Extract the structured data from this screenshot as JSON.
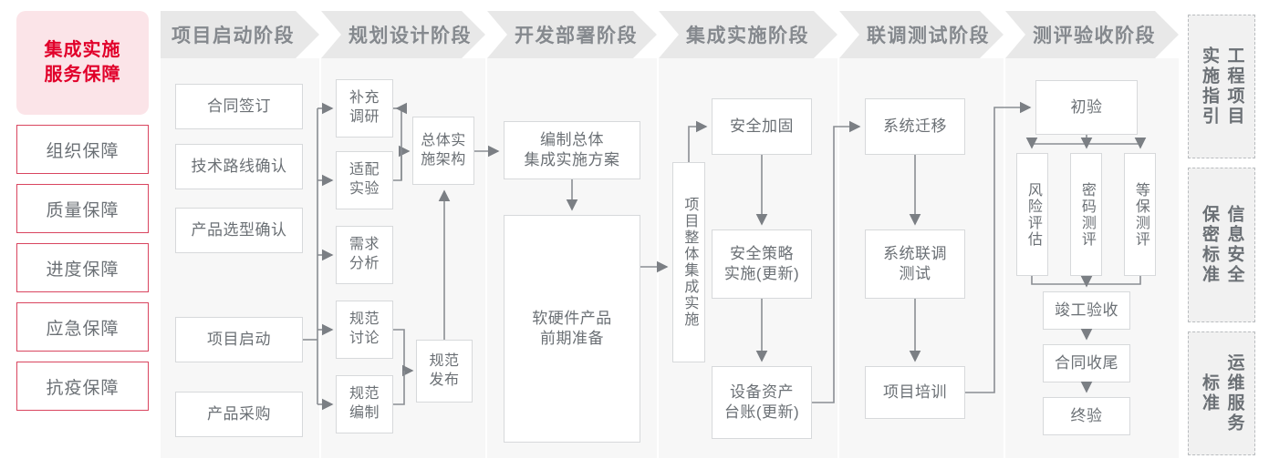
{
  "colors": {
    "accent_red": "#e1002a",
    "guarantee_border": "#d9455f",
    "guarantee_head_bg": "#fbe4e8",
    "phase_header_bg": "#e8e8e8",
    "phase_body_bg": "#f7f7f7",
    "node_border": "#d7d9db",
    "text_gray": "#6b7075",
    "sidebar_bg": "#f1f1f1"
  },
  "left_sidebar": {
    "title": "集成实施\n服务保障",
    "items": [
      {
        "label": "组织保障"
      },
      {
        "label": "质量保障"
      },
      {
        "label": "进度保障"
      },
      {
        "label": "应急保障"
      },
      {
        "label": "抗疫保障"
      }
    ]
  },
  "phases": [
    {
      "title": "项目启动阶段",
      "nodes": [
        {
          "label": "合同签订"
        },
        {
          "label": "技术路线确认"
        },
        {
          "label": "产品选型确认"
        },
        {
          "label": "项目启动"
        },
        {
          "label": "产品采购"
        }
      ]
    },
    {
      "title": "规划设计阶段",
      "nodes": [
        {
          "label": "补充\n调研"
        },
        {
          "label": "适配\n实验"
        },
        {
          "label": "需求\n分析"
        },
        {
          "label": "规范\n讨论"
        },
        {
          "label": "规范\n编制"
        },
        {
          "label": "总体实\n施架构"
        },
        {
          "label": "规范\n发布"
        }
      ]
    },
    {
      "title": "开发部署阶段",
      "nodes": [
        {
          "label": "编制总体\n集成实施方案"
        },
        {
          "label": "软硬件产品\n前期准备"
        }
      ]
    },
    {
      "title": "集成实施阶段",
      "nodes": [
        {
          "label": "项目整体集成实施"
        },
        {
          "label": "安全加固"
        },
        {
          "label": "安全策略\n实施(更新)"
        },
        {
          "label": "设备资产\n台账(更新)"
        }
      ]
    },
    {
      "title": "联调测试阶段",
      "nodes": [
        {
          "label": "系统迁移"
        },
        {
          "label": "系统联调\n测试"
        },
        {
          "label": "项目培训"
        }
      ]
    },
    {
      "title": "测评验收阶段",
      "nodes": [
        {
          "label": "初验"
        },
        {
          "label": "风险评估"
        },
        {
          "label": "密码测评"
        },
        {
          "label": "等保测评"
        },
        {
          "label": "竣工验收"
        },
        {
          "label": "合同收尾"
        },
        {
          "label": "终验"
        }
      ]
    }
  ],
  "right_sidebar": {
    "items": [
      {
        "label": "工程项目\n实施指引"
      },
      {
        "label": "信息安全\n保密标准"
      },
      {
        "label": "运维服务\n标准"
      }
    ]
  }
}
